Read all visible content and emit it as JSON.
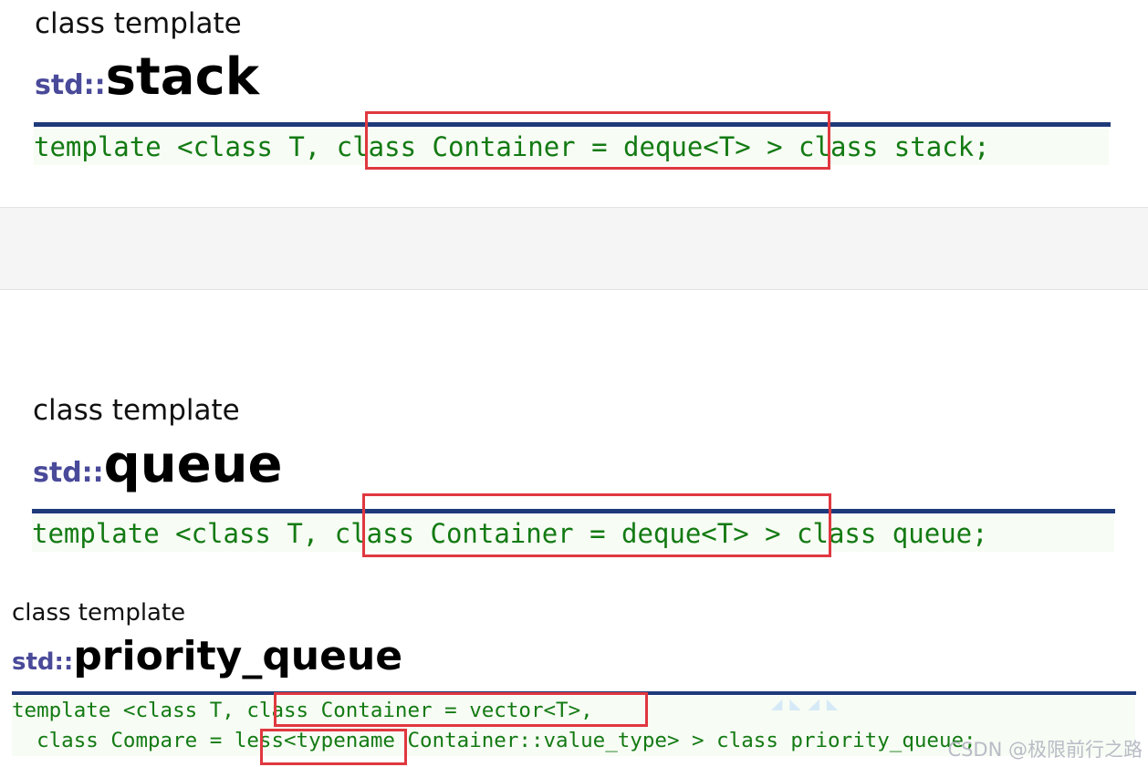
{
  "sections": [
    {
      "kind_label": "class template",
      "namespace": "std::",
      "name": "stack",
      "declaration": "template <class T, class Container = deque<T> > class stack;",
      "highlighted": "class Container = deque<T>"
    },
    {
      "kind_label": "class template",
      "namespace": "std::",
      "name": "queue",
      "declaration": "template <class T, class Container = deque<T> > class queue;",
      "highlighted": "class Container = deque<T>"
    },
    {
      "kind_label": "class template",
      "namespace": "std::",
      "name": "priority_queue",
      "declaration_line1": "template <class T, class Container = vector<T>,",
      "declaration_line2": "  class Compare = less<typename Container::value_type> > class priority_queue;",
      "highlighted": [
        "class Container = vector<T>",
        "less<typename"
      ]
    }
  ],
  "watermark": "CSDN @极限前行之路",
  "colors": {
    "namespace": "#4a4a9a",
    "rule": "#1f3a7a",
    "code": "#137a13",
    "code_bg": "#f7fcf4",
    "highlight_border": "#e0383f"
  }
}
